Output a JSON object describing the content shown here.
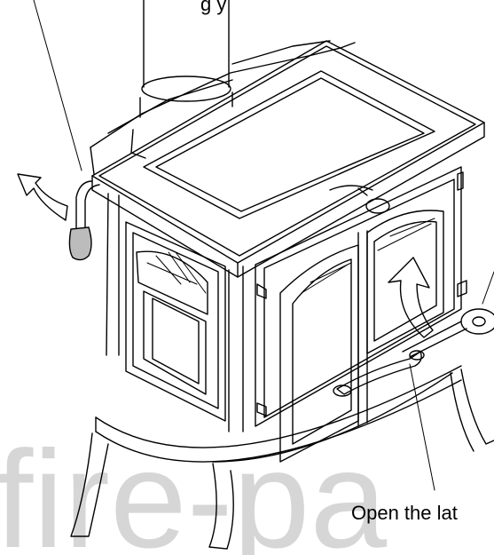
{
  "labels": {
    "top_caption_fragment": "g        y",
    "bottom_caption": "Open the lat"
  },
  "watermark": {
    "text": "fire-pa"
  },
  "colors": {
    "line": "#000000",
    "background": "#ffffff",
    "watermark": "#d6d6d6",
    "handle_fill": "#bcbcbc"
  }
}
